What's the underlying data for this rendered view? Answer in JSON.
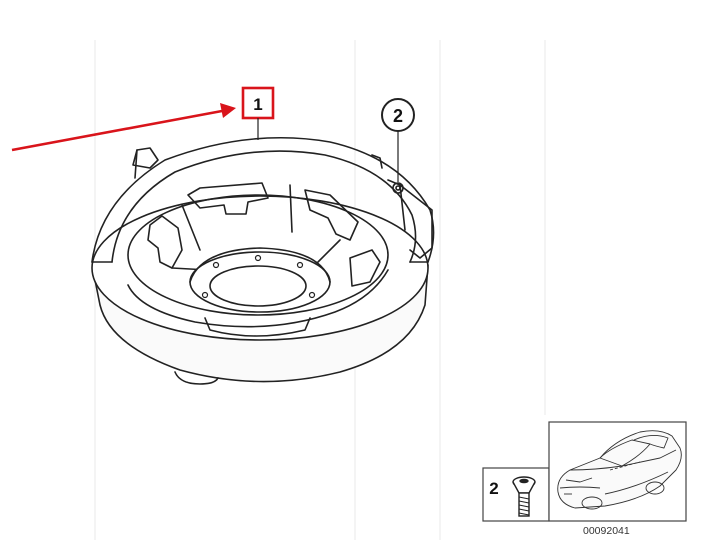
{
  "callouts": {
    "part_1": "1",
    "part_2": "2"
  },
  "inset": {
    "part_label": "2",
    "diagram_code": "00092041"
  },
  "colors": {
    "highlight": "#d9141b",
    "line": "#222222",
    "grid": "#e6e6e6"
  },
  "icons": {
    "main_part": "spare-wheel-well-icon",
    "bolt": "countersunk-bolt-icon",
    "vehicle": "car-sedan-icon"
  }
}
